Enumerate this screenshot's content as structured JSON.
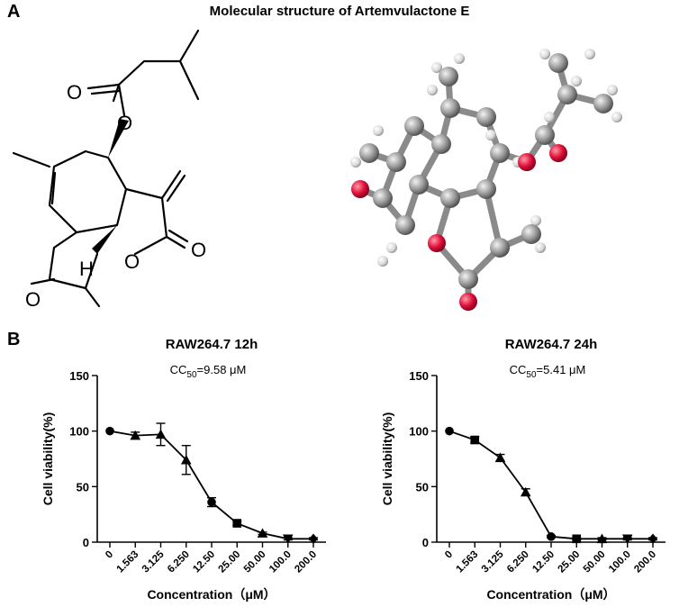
{
  "panels": {
    "a_label": "A",
    "a_title": "Molecular structure of Artemvulactone E",
    "b_label": "B"
  },
  "structure_labels": {
    "o_carbonyl_ester": "O",
    "o_ester": "O",
    "o_lactone_ring": "O",
    "o_lactone_carbonyl": "O",
    "o_epoxide": "O",
    "h_stereo": "H"
  },
  "chart_data": [
    {
      "type": "line",
      "title": "RAW264.7     12h",
      "annotation": "CC50=9.58 μM",
      "cc50_value": 9.58,
      "cc50_unit": "μM",
      "xlabel": "Concentration（μM）",
      "ylabel": "Cell viability(%)",
      "categories": [
        "0",
        "1.563",
        "3.125",
        "6.250",
        "12.50",
        "25.00",
        "50.00",
        "100.0",
        "200.0"
      ],
      "values": [
        100,
        96,
        97,
        74,
        36,
        17,
        8,
        3,
        3
      ],
      "errors": [
        0,
        3,
        10,
        13,
        4,
        2,
        1,
        1,
        1
      ],
      "markers": [
        "circle",
        "triangle-up",
        "triangle-up",
        "triangle-up",
        "circle",
        "square",
        "triangle-up",
        "triangle-down",
        "diamond"
      ],
      "ylim": [
        0,
        150
      ],
      "yticks": [
        0,
        50,
        100,
        150
      ],
      "grid": false
    },
    {
      "type": "line",
      "title": "RAW264.7     24h",
      "annotation": "CC50=5.41 μM",
      "cc50_value": 5.41,
      "cc50_unit": "μM",
      "xlabel": "Concentration（μM）",
      "ylabel": "Cell viability(%)",
      "categories": [
        "0",
        "1.563",
        "3.125",
        "6.250",
        "12.50",
        "25.00",
        "50.00",
        "100.0",
        "200.0"
      ],
      "values": [
        100,
        92,
        76,
        45,
        5,
        3,
        3,
        3,
        3
      ],
      "errors": [
        0,
        3,
        3,
        3,
        1,
        1,
        1,
        1,
        1
      ],
      "markers": [
        "circle",
        "square",
        "triangle-up",
        "triangle-up",
        "circle",
        "square",
        "triangle-up",
        "triangle-down",
        "diamond"
      ],
      "ylim": [
        0,
        150
      ],
      "yticks": [
        0,
        50,
        100,
        150
      ],
      "grid": false
    }
  ]
}
